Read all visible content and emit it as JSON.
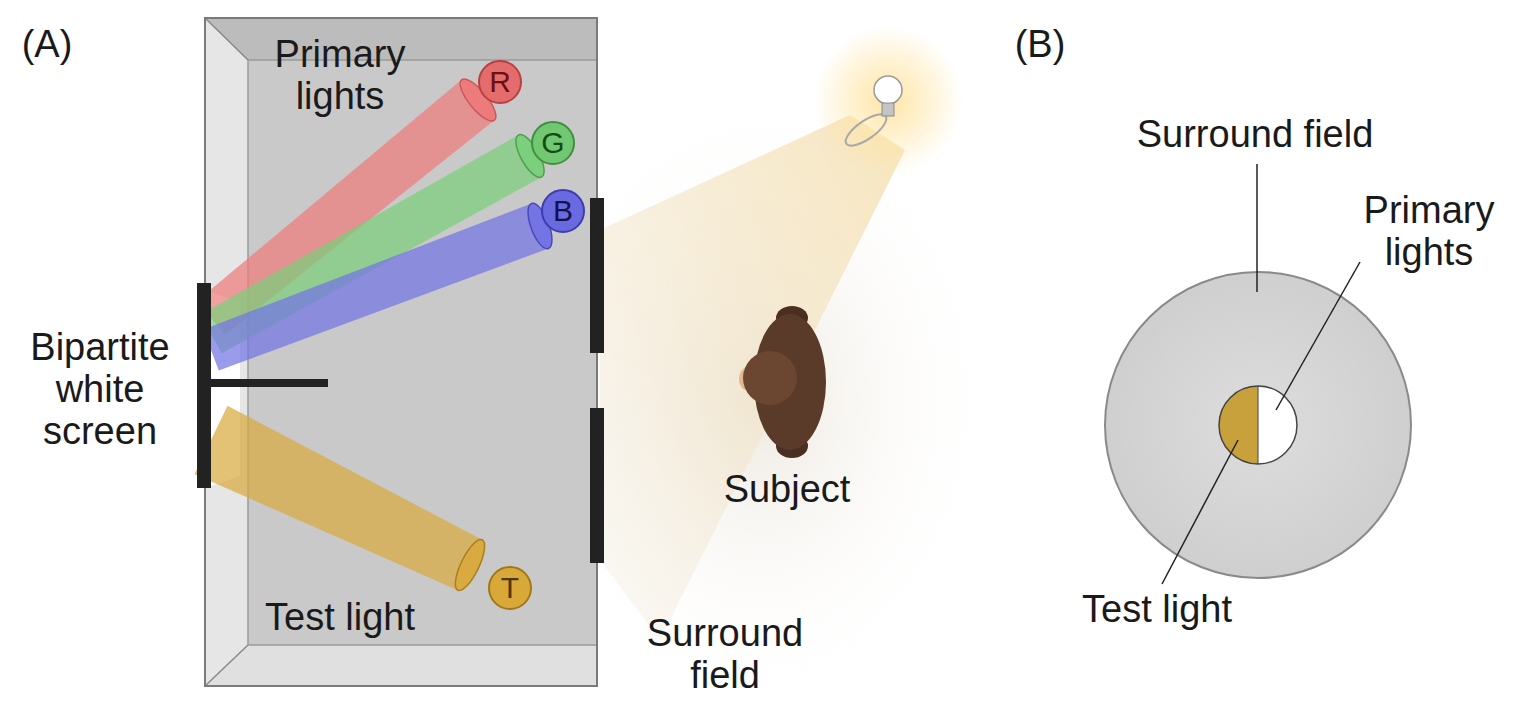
{
  "diagram": {
    "nodes": [
      {
        "text": [
          "R"
        ]
      },
      {
        "text": [
          "G"
        ]
      },
      {
        "text": [
          "B"
        ]
      },
      {
        "text": [
          "T"
        ]
      }
    ],
    "labels": [
      "(A)",
      "Primary lights",
      "Bipartite white screen",
      "Test light",
      "Subject",
      "Surround field",
      "(B)",
      "Surround field",
      "Primary lights",
      "Test light"
    ]
  }
}
